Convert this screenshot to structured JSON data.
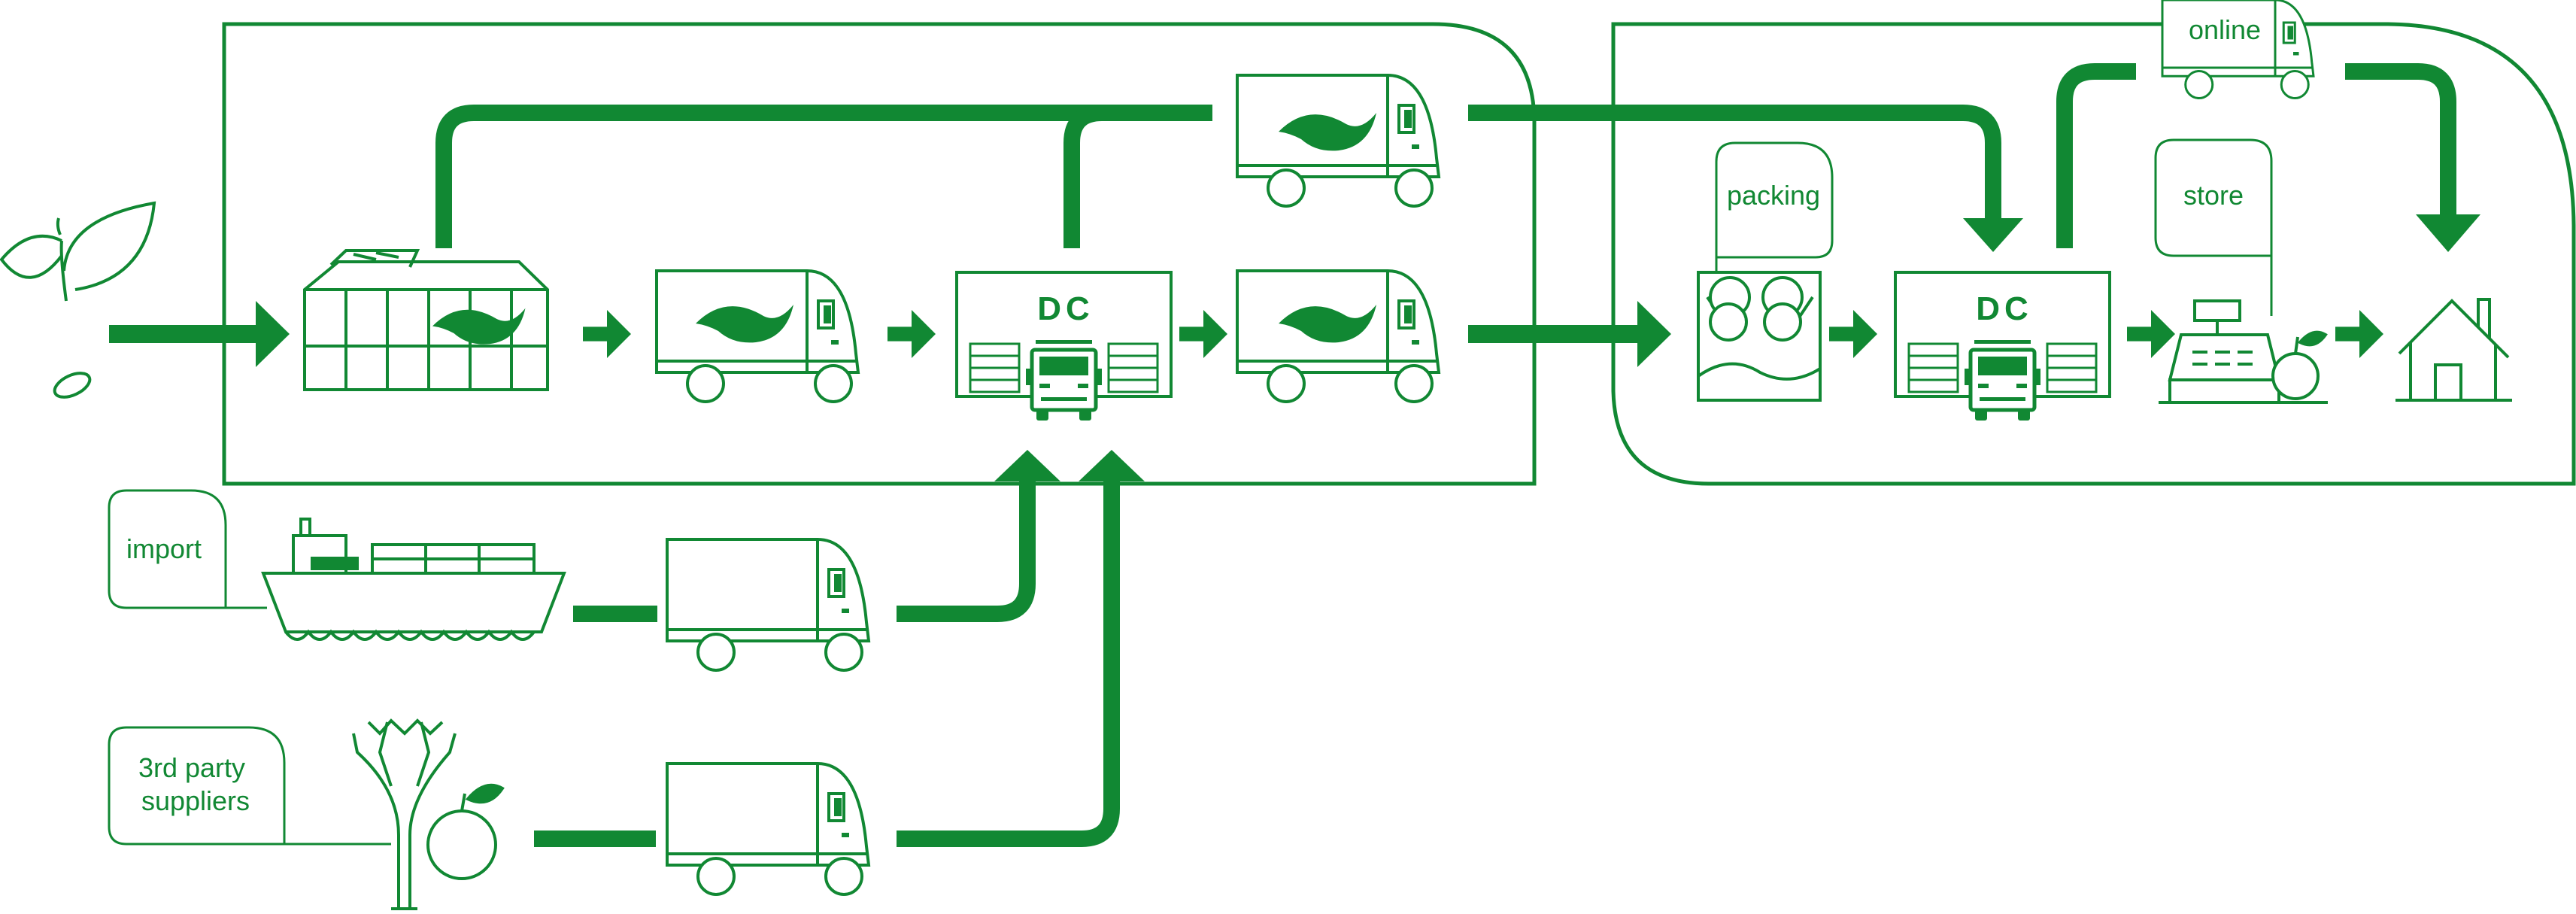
{
  "colors": {
    "primary": "#118833",
    "background": "#ffffff"
  },
  "labels": {
    "dc_main": "DC",
    "dc_retail": "DC",
    "packing": "packing",
    "store": "store",
    "online": "online",
    "import": "import",
    "third_party_line1": "3rd party",
    "third_party_line2": "suppliers"
  },
  "icons": [
    "sprout-icon",
    "greenhouse-icon",
    "truck-icon",
    "distribution-center-icon",
    "packing-icon",
    "cash-register-icon",
    "apple-icon",
    "house-icon",
    "cargo-ship-icon",
    "leek-icon",
    "arrow-icon"
  ]
}
